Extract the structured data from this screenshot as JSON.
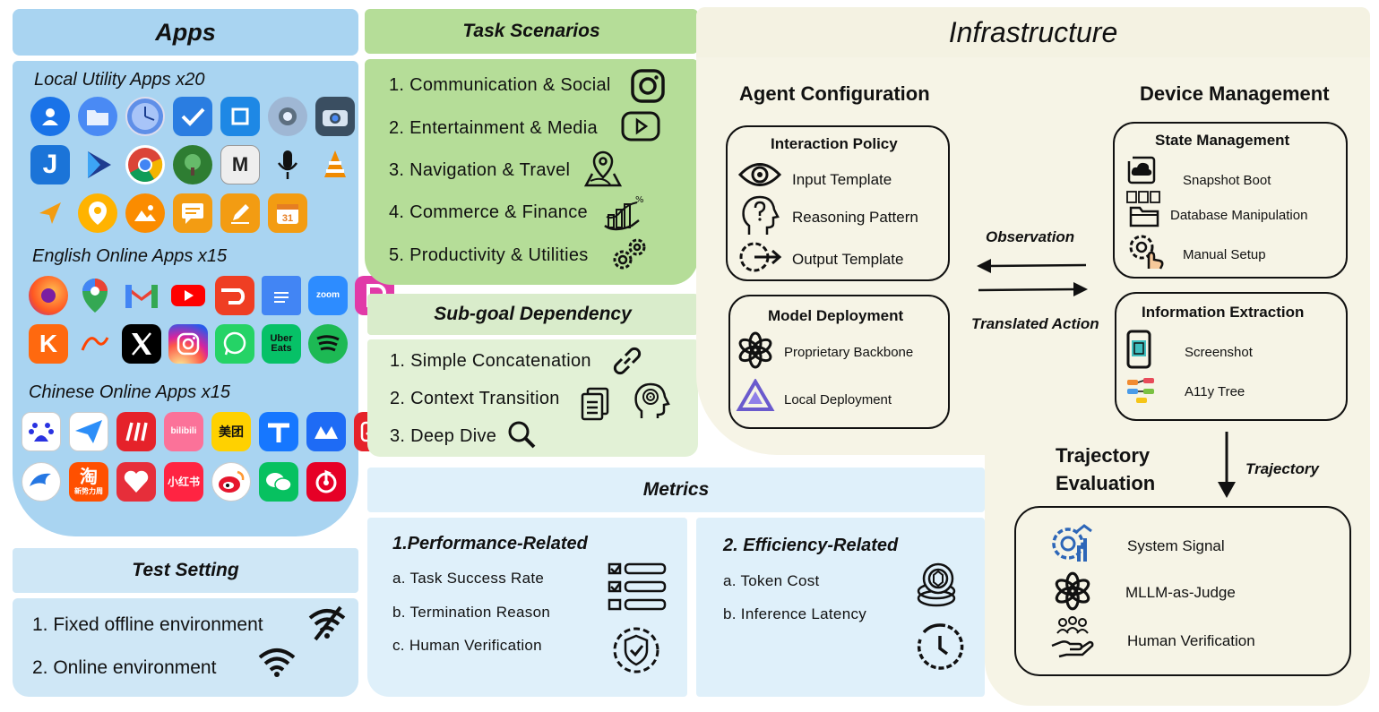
{
  "apps": {
    "title": "Apps",
    "local_label": "Local Utility Apps x20",
    "english_label": "English Online Apps x15",
    "chinese_label": "Chinese Online Apps x15",
    "chinese_icon_text": {
      "taobao": "淘",
      "taobao_sub": "新势力周",
      "meituan": "美团",
      "xiaohongshu": "小红书",
      "bilibili": "bilibili"
    },
    "english_icon_text": {
      "zoom": "zoom",
      "uber": "Uber Eats",
      "kayak": "K"
    }
  },
  "test_setting": {
    "title": "Test Setting",
    "items": [
      "1. Fixed offline environment",
      "2. Online environment"
    ]
  },
  "task_scenarios": {
    "title": "Task Scenarios",
    "items": [
      "1. Communication & Social",
      "2. Entertainment & Media",
      "3. Navigation & Travel",
      "4. Commerce & Finance",
      "5. Productivity & Utilities"
    ]
  },
  "subgoal": {
    "title": "Sub-goal Dependency",
    "items": [
      "1. Simple Concatenation",
      "2. Context Transition",
      "3. Deep Dive"
    ]
  },
  "metrics": {
    "title": "Metrics",
    "performance": {
      "title": "1.Performance-Related",
      "items": [
        "a. Task Success Rate",
        "b. Termination Reason",
        "c.  Human Verification"
      ]
    },
    "efficiency": {
      "title": "2. Efficiency-Related",
      "items": [
        "a. Token Cost",
        "b. Inference Latency"
      ]
    }
  },
  "infrastructure": {
    "title": "Infrastructure",
    "agent_config": {
      "title": "Agent Configuration",
      "interaction_policy": {
        "title": "Interaction Policy",
        "items": [
          "Input Template",
          "Reasoning Pattern",
          "Output Template"
        ]
      },
      "model_deployment": {
        "title": "Model Deployment",
        "items": [
          "Proprietary Backbone",
          "Local Deployment"
        ]
      }
    },
    "device_management": {
      "title": "Device Management",
      "state_management": {
        "title": "State Management",
        "items": [
          "Snapshot Boot",
          "Database Manipulation",
          "Manual Setup"
        ]
      },
      "information_extraction": {
        "title": "Information Extraction",
        "items": [
          "Screenshot",
          "A11y Tree"
        ]
      }
    },
    "arrows": {
      "observation": "Observation",
      "translated_action": "Translated Action",
      "trajectory": "Trajectory"
    },
    "trajectory_evaluation": {
      "title_line1": "Trajectory",
      "title_line2": "Evaluation",
      "items": [
        "System Signal",
        "MLLM-as-Judge",
        "Human Verification"
      ]
    }
  }
}
